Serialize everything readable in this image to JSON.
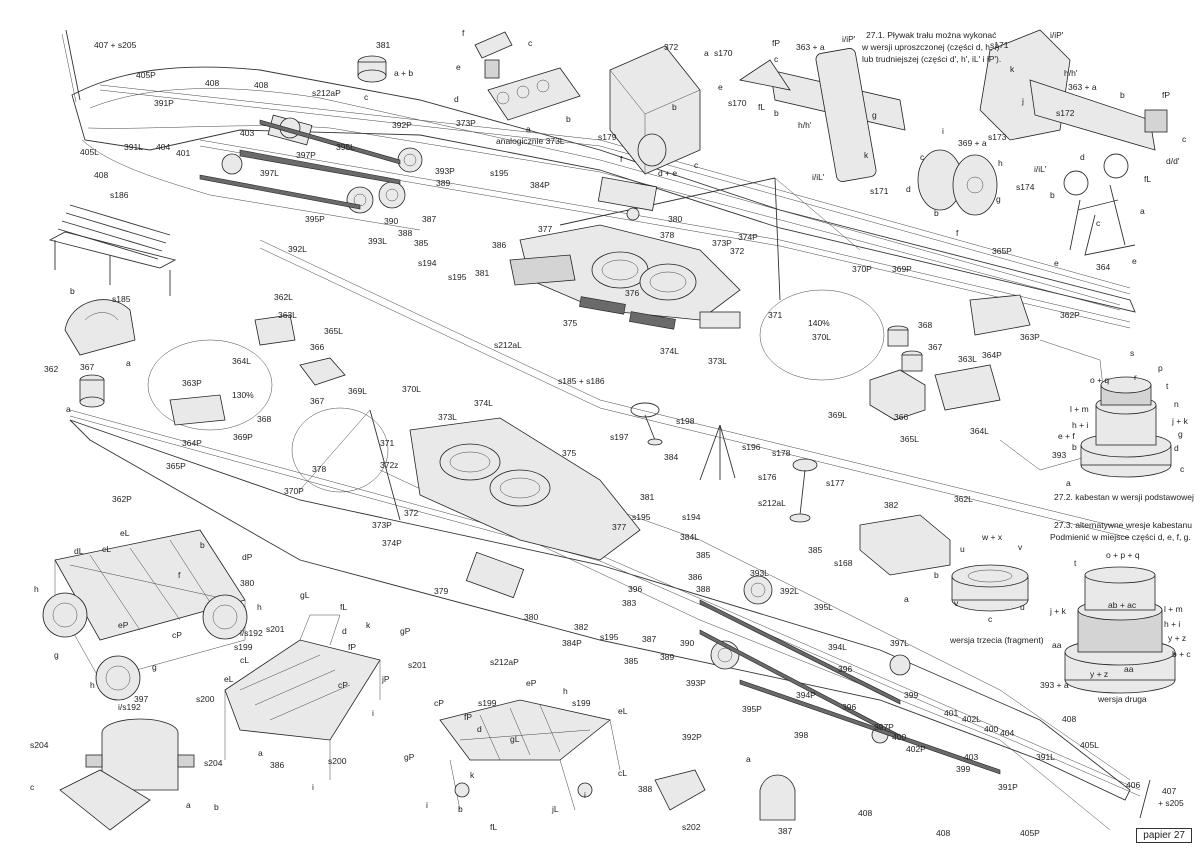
{
  "page_label": "papier 27",
  "notes": {
    "n1_l1": "27.1. Pływak trału można wykonać",
    "n1_l2": "w wersji uproszczonej (części d, h, i)",
    "n1_l3": "lub trudniejszej (części d', h', iL' i iP').",
    "n2": "27.2. kabestan w wersji podstawowej",
    "n3_l1": "27.3. alternatywne wresje kabestanu",
    "n3_l2": "Podmienić w miejsce części d, e, f, g.",
    "v3": "wersja trzecia (fragment)",
    "v2": "wersja druga",
    "analog": "analogicznie 373L",
    "scale140": "140%",
    "scale130": "130%"
  },
  "labels": {
    "l407a": "407 + s205",
    "l405P": "405P",
    "l408a": "408",
    "l408b": "408",
    "l391P": "391P",
    "l405L": "405L",
    "l391L": "391L",
    "l408c": "408",
    "l401": "401",
    "l404": "404",
    "l403": "403",
    "l397P": "397P",
    "l397L": "397L",
    "l395L": "395L",
    "l392P": "392P",
    "l393L": "393L",
    "l390": "390",
    "l388": "388",
    "l387": "387",
    "l385": "385",
    "l389": "389",
    "l393P": "393P",
    "l395P": "395P",
    "l392L": "392L",
    "l212aP": "s212aP",
    "l381t": "381",
    "lab": "a + b",
    "lc1": "c",
    "l373P": "373P",
    "lf1": "f",
    "le1": "e",
    "ld1": "d",
    "lc2": "c",
    "lb1": "b",
    "la1": "a",
    "l372": "372",
    "la2": "a",
    "lb2": "b",
    "lc3": "c",
    "ls179": "s179",
    "lf2": "f",
    "lde": "d + e",
    "ls170a": "s170",
    "ls170b": "s170",
    "lfP": "fP",
    "lfL": "fL",
    "lc4": "c",
    "le2": "e",
    "lb3": "b",
    "l363a": "363 + a",
    "liiP": "i/iP'",
    "lhh": "h/h'",
    "liiL": "i/iL'",
    "lg1": "g",
    "lk1": "k",
    "ls171": "s171",
    "ls171b": "s171",
    "liiP2": "i/iP'",
    "lhh2": "h/h'",
    "l363a2": "363 + a",
    "lk2": "k",
    "lj1": "j",
    "ls172": "s172",
    "lb4": "b",
    "lfP2": "fP",
    "lc5": "c",
    "ldd": "d/d'",
    "lfL2": "fL",
    "liiL2": "i/iL'",
    "ls173": "s173",
    "l369a": "369 + a",
    "lh3": "h",
    "ls174": "s174",
    "lc6": "c",
    "ld3": "d",
    "lb5": "b",
    "lf3": "f",
    "lg3": "g",
    "li3": "i",
    "ld4": "d",
    "la4": "a",
    "lb6": "b",
    "lc7": "c",
    "le4": "e",
    "le5": "e",
    "l364": "364",
    "ls186": "s186",
    "ls185": "s185",
    "ls195a": "s195",
    "ls195b": "s195",
    "l384P": "384P",
    "ls194": "s194",
    "l381b": "381",
    "l386": "386",
    "l377": "377",
    "l378": "378",
    "l376": "376",
    "l375": "375",
    "l373Pm": "373P",
    "l372m": "372",
    "l374P": "374P",
    "l371": "371",
    "l380": "380",
    "ls185186": "s185 + s186",
    "l373L": "373L",
    "l374L": "374L",
    "l370P": "370P",
    "l369P": "369P",
    "l365P": "365P",
    "l362P": "362P",
    "l368": "368",
    "l363P": "363P",
    "l364P": "364P",
    "l367": "367",
    "l366": "366",
    "l369L": "369L",
    "l363L": "363L",
    "l364L": "364L",
    "l370L": "370L",
    "l365L": "365L",
    "l362L": "362L",
    "l212aL": "s212aL",
    "lb7": "b",
    "l362": "362",
    "la7": "a",
    "l367b": "367",
    "la8": "a",
    "l362L2": "362L",
    "l363L2": "363L",
    "l364L2": "364L",
    "l366b": "366",
    "l369L2": "369L",
    "l370L2": "370L",
    "l363P2": "363P",
    "l364P2": "364P",
    "l368b": "368",
    "l367c": "367",
    "l365L2": "365L",
    "l374L2": "374L",
    "l369P2": "369P",
    "l378b": "378",
    "l371b": "371",
    "l370P2": "370P",
    "l373L2": "373L",
    "l375b": "375",
    "l372z": "372z",
    "l373P2": "373P",
    "l372b": "372",
    "l374P2": "374P",
    "l365P2": "365P",
    "l362P2": "362P",
    "l377b": "377",
    "l381c": "381",
    "ls197": "s197",
    "ls198": "s198",
    "l384": "384",
    "ls196": "s196",
    "ls178": "s178",
    "ls176": "s176",
    "ls177": "s177",
    "l385b": "385",
    "ls212aL2": "s212aL",
    "ls195c": "s195",
    "ls194b": "s194",
    "l384L": "384L",
    "l385c": "385",
    "l386b": "386",
    "l388b": "388",
    "l396": "396",
    "l383": "383",
    "l382": "382",
    "l380b": "380",
    "l379": "379",
    "ls195d": "s195",
    "l384P2": "384P",
    "l385d": "385",
    "l387b": "387",
    "l389b": "389",
    "l390b": "390",
    "ls212aP2": "s212aP",
    "l393L2": "393L",
    "l392L2": "392L",
    "l395L2": "395L",
    "l394L": "394L",
    "l396b": "396",
    "l397L2": "397L",
    "l399": "399",
    "l401b": "401",
    "l402L": "402L",
    "l400": "400",
    "l404b": "404",
    "l393P2": "393P",
    "l394P": "394P",
    "l395P2": "395P",
    "l396c": "396",
    "l397P2": "397P",
    "l398": "398",
    "l392P2": "392P",
    "l400b": "400",
    "l402P": "402P",
    "l403b": "403",
    "l399b": "399",
    "l391L2": "391L",
    "l405L2": "405L",
    "l408d": "408",
    "l408e": "408",
    "l408f": "408",
    "l391P2": "391P",
    "l405P2": "405P",
    "l406": "406",
    "l407b": "407",
    "ls205": "+ s205",
    "ls168": "s168",
    "l382b": "382",
    "la9": "a",
    "lwx": "w + x",
    "lu1": "u",
    "lv1": "v",
    "lb9": "b",
    "lv2": "v",
    "lc9": "c",
    "lu2": "u",
    "ls_top": "s",
    "loq": "o + q",
    "lr": "r",
    "lp": "p",
    "lt": "t",
    "llm": "l + m",
    "ln": "n",
    "lhi": "h + i",
    "ljk": "j + k",
    "lef": "e + f",
    "lg4": "g",
    "l393": "393",
    "lb10": "b",
    "ld5": "d",
    "lc10": "c",
    "la10": "a",
    "lopq": "o + p + q",
    "lt2": "t",
    "ljk2": "j + k",
    "labac": "ab + ac",
    "llm2": "l + m",
    "lhi2": "h + i",
    "lyz": "y + z",
    "laa": "aa",
    "laa2": "aa",
    "lbc": "b + c",
    "l393a": "393 + a",
    "lyz2": "y + z",
    "leL": "eL",
    "lcL": "cL",
    "ldL": "dL",
    "lb11": "b",
    "lf4": "f",
    "ldP": "dP",
    "l380c": "380",
    "lh4": "h",
    "lcP": "cP",
    "leP": "eP",
    "lg5": "g",
    "lh5": "h",
    "lis192a": "i/s192",
    "lg6": "g",
    "lh6": "h",
    "lis192b": "i/s192",
    "lgL": "gL",
    "lfL3": "fL",
    "ls201": "s201",
    "lk3": "k",
    "lgP": "gP",
    "ls199": "s199",
    "lcL2": "cL",
    "ld6": "d",
    "lfP3": "fP",
    "lcP2": "cP",
    "leL2": "eL",
    "ls200": "s200",
    "ljP": "jP",
    "li4": "i",
    "ls201b": "s201",
    "la11": "a",
    "l386c": "386",
    "ls200b": "s200",
    "li5": "i",
    "l397": "397",
    "ls204a": "s204",
    "ls204b": "s204",
    "lc12": "c",
    "la12": "a",
    "lb12": "b",
    "lcP3": "cP",
    "lfP4": "fP",
    "ls199b": "s199",
    "leP2": "eP",
    "lh7": "h",
    "ls199c": "s199",
    "leL3": "eL",
    "ld7": "d",
    "lgP2": "gP",
    "lgL2": "gL",
    "li6": "i",
    "lb13": "b",
    "lk4": "k",
    "lfL4": "fL",
    "ljL": "jL",
    "lcL3": "cL",
    "li7": "i",
    "l388c": "388",
    "ls202": "s202",
    "la13": "a",
    "l387c": "387"
  }
}
